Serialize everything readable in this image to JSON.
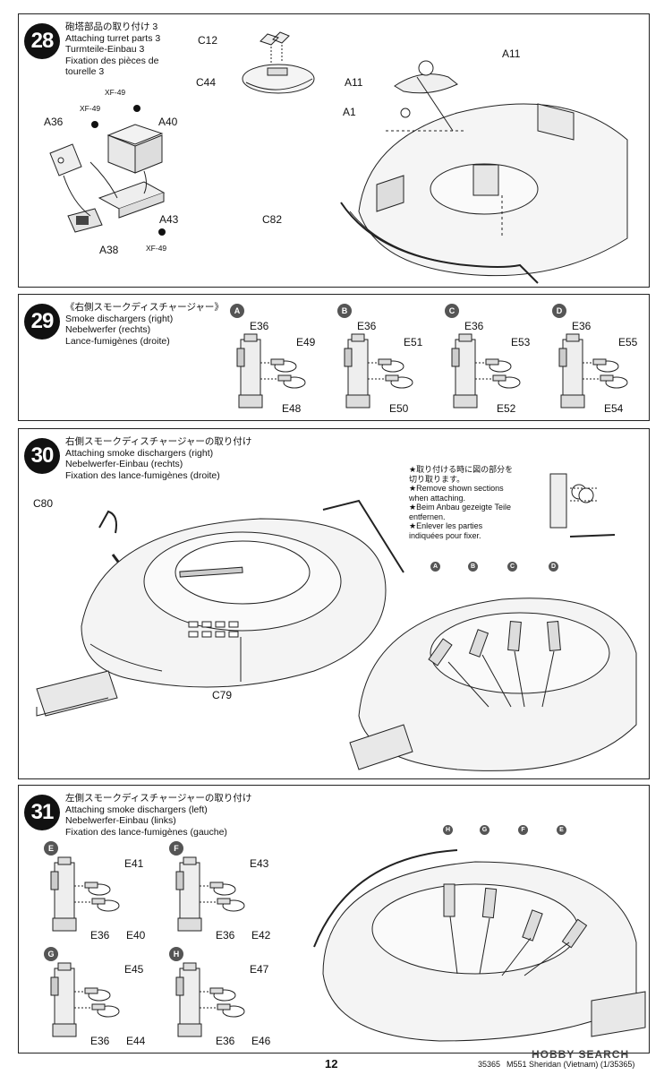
{
  "page": {
    "number": "12",
    "code": "35365",
    "model": "M551 Sheridan (Vietnam) (1/35365)",
    "watermark": "HOBBY SEARCH"
  },
  "step28": {
    "num": "28",
    "title_jp": "砲塔部品の取り付け 3",
    "title_en": "Attaching turret parts 3",
    "title_de": "Turmteile-Einbau 3",
    "title_fr1": "Fixation des pièces de",
    "title_fr2": "tourelle 3",
    "labels": {
      "c12": "C12",
      "c44": "C44",
      "a36": "A36",
      "xf49a": "XF-49",
      "xf49b": "XF-49",
      "xf49c": "XF-49",
      "a40": "A40",
      "a43": "A43",
      "a38": "A38",
      "a11a": "A11",
      "a11b": "A11",
      "a1": "A1",
      "c82": "C82"
    }
  },
  "step29": {
    "num": "29",
    "title_jp": "《右側スモークディスチャージャー》",
    "title_en": "Smoke dischargers (right)",
    "title_de": "Nebelwerfer (rechts)",
    "title_fr": "Lance-fumigènes (droite)",
    "groups": [
      {
        "id": "A",
        "top": "E36",
        "mid": "E49",
        "bot": "E48"
      },
      {
        "id": "B",
        "top": "E36",
        "mid": "E51",
        "bot": "E50"
      },
      {
        "id": "C",
        "top": "E36",
        "mid": "E53",
        "bot": "E52"
      },
      {
        "id": "D",
        "top": "E36",
        "mid": "E55",
        "bot": "E54"
      }
    ]
  },
  "step30": {
    "num": "30",
    "title_jp": "右側スモークディスチャージャーの取り付け",
    "title_en": "Attaching smoke dischargers (right)",
    "title_de": "Nebelwerfer-Einbau (rechts)",
    "title_fr": "Fixation des lance-fumigènes (droite)",
    "c80": "C80",
    "c79": "C79",
    "note": [
      "★取り付ける時に図の部分を",
      "切り取ります。",
      "★Remove shown sections",
      "when attaching.",
      "★Beim Anbau gezeigte Teile",
      "entfernen.",
      "★Enlever les parties",
      "indiquées pour fixer."
    ],
    "badges": [
      "A",
      "B",
      "C",
      "D"
    ]
  },
  "step31": {
    "num": "31",
    "title_jp": "左側スモークディスチャージャーの取り付け",
    "title_en": "Attaching smoke dischargers (left)",
    "title_de": "Nebelwerfer-Einbau (links)",
    "title_fr": "Fixation des lance-fumigènes (gauche)",
    "groups": [
      {
        "id": "E",
        "top": "E41",
        "bot": "E40",
        "base": "E36"
      },
      {
        "id": "F",
        "top": "E43",
        "bot": "E42",
        "base": "E36"
      },
      {
        "id": "G",
        "top": "E45",
        "bot": "E44",
        "base": "E36"
      },
      {
        "id": "H",
        "top": "E47",
        "bot": "E46",
        "base": "E36"
      }
    ],
    "badges": [
      "H",
      "G",
      "F",
      "E"
    ]
  }
}
